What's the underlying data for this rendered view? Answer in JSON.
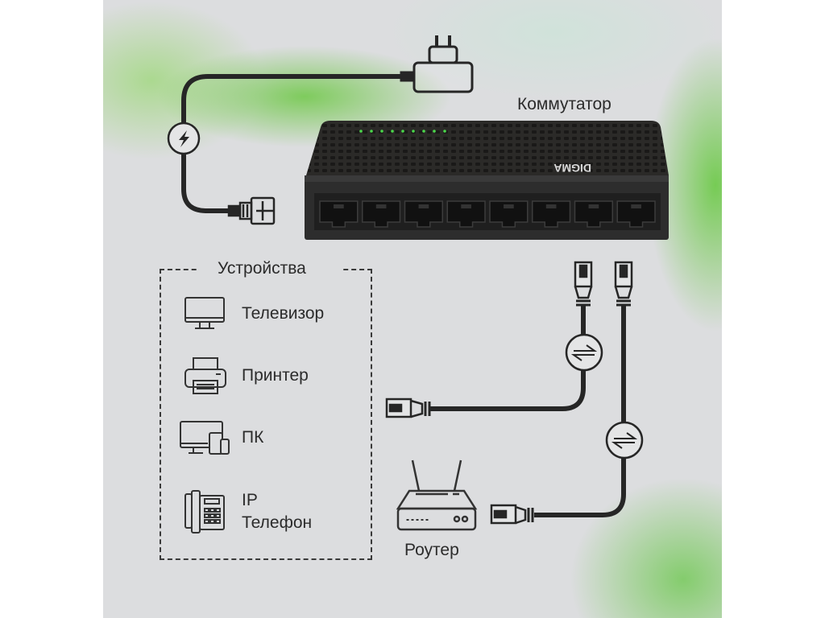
{
  "diagram": {
    "switch": {
      "title": "Коммутатор",
      "brand": "DIGMA",
      "port_count": 8,
      "led_count": 9
    },
    "devices_group": {
      "title": "Устройства",
      "items": [
        {
          "label": "Телевизор",
          "icon": "tv-icon"
        },
        {
          "label": "Принтер",
          "icon": "printer-icon"
        },
        {
          "label": "ПК",
          "icon": "pc-devices-icon"
        },
        {
          "label_line1": "IP",
          "label_line2": "Телефон",
          "icon": "ip-phone-icon"
        }
      ]
    },
    "router": {
      "label": "Роутер",
      "icon": "router-icon"
    },
    "connections": [
      {
        "from": "power-adapter",
        "to": "switch",
        "symbol": "lightning-icon"
      },
      {
        "from": "devices",
        "to": "switch",
        "symbol": "data-transfer-icon"
      },
      {
        "from": "router",
        "to": "switch",
        "symbol": "data-transfer-icon"
      }
    ],
    "colors": {
      "accent_green": "#6cc644",
      "cable": "#262626",
      "background": "#dcdddf",
      "switch_body": "#2a2a2a",
      "led": "#4bd84b"
    }
  }
}
